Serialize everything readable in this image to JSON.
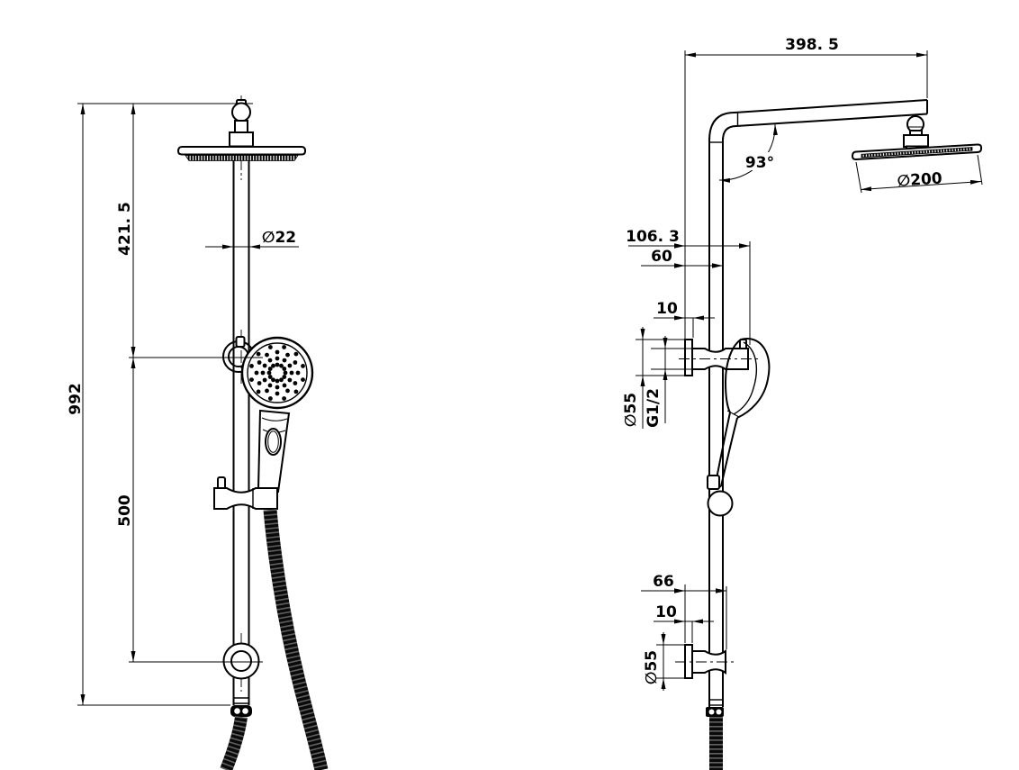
{
  "drawing": {
    "background": "#ffffff",
    "line_color": "#000000",
    "front_view": {
      "overall_height": "992",
      "head_to_top": "421. 5",
      "bracket_spacing": "500",
      "rail_diameter": "∅22"
    },
    "side_view": {
      "arm_length": "398. 5",
      "arm_angle": "93°",
      "head_diameter": "∅200",
      "upper_bracket_depth": "106. 3",
      "wall_to_rail": "60",
      "upper_flange_thickness": "10",
      "upper_flange_diameter": "∅55",
      "inlet_thread": "G1/2",
      "lower_bracket_depth": "66",
      "lower_flange_thickness": "10",
      "lower_flange_diameter": "∅55"
    }
  }
}
